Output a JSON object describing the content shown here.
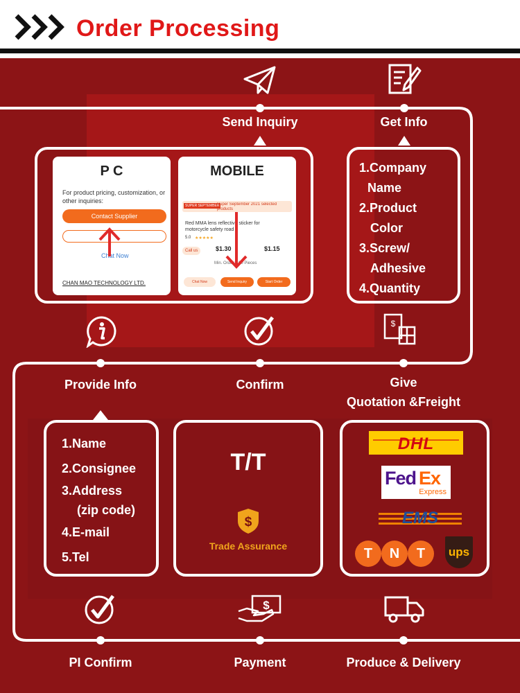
{
  "header": {
    "title": "Order Processing"
  },
  "steps": {
    "send_inquiry": "Send Inquiry",
    "get_info": "Get Info",
    "provide_info": "Provide Info",
    "confirm": "Confirm",
    "give_line1": "Give",
    "give_line2": "Quotation &Freight",
    "pi_confirm": "PI Confirm",
    "payment": "Payment",
    "produce_delivery": "Produce & Delivery"
  },
  "pc_card": {
    "title": "P C",
    "prompt": "For product pricing, customization, or other inquiries:",
    "contact_button": "Contact Supplier",
    "chat_button": "Chat Now",
    "company": "CHAN MAO TECHNOLOGY LTD."
  },
  "mobile_card": {
    "title": "MOBILE",
    "banner_tag": "SUPER SEPTEMBER",
    "banner_text": "Super September 2021 selected products",
    "product_text": "Red MMA lens reflective sticker for motorcycle safety road",
    "rating": "5.0",
    "price_left": "$1.30",
    "price_right": "$1.15",
    "min_order": "Min. Order: 100 Pieces",
    "call_label": "Call us",
    "btn_chat": "Chat Now",
    "btn_inquiry": "Send Inquiry",
    "btn_order": "Start Order"
  },
  "get_info_list": [
    "1.Company",
    "Name",
    "2.Product",
    "Color",
    "3.Screw/",
    "Adhesive",
    "4.Quantity"
  ],
  "provide_info_list": [
    "1.Name",
    "2.Consignee",
    "3.Address",
    "(zip code)",
    "4.E-mail",
    "5.Tel"
  ],
  "payment_box": {
    "method": "T/T",
    "assurance": "Trade Assurance"
  },
  "carriers": {
    "dhl": "DHL",
    "fedex_a": "Fed",
    "fedex_b": "Ex",
    "fedex_sub": "Express",
    "ems": "EMS",
    "tnt_t1": "T",
    "tnt_n": "N",
    "tnt_t2": "T",
    "ups": "ups"
  },
  "colors": {
    "title_red": "#e01818",
    "stage_red": "#8c1416",
    "orange": "#f26b1d",
    "dhl_yellow": "#ffcc00",
    "dhl_red": "#d40511",
    "fedex_purple": "#4d148c",
    "fedex_orange": "#ff6600",
    "ems_blue": "#1d4e9c",
    "ems_orange": "#f08200",
    "tnt_orange": "#f26b1d",
    "ups_brown": "#351c15",
    "ups_gold": "#ffb500"
  },
  "icons": [
    "chevrons-icon",
    "paper-plane-icon",
    "document-pen-icon",
    "info-icon",
    "check-circle-icon",
    "invoice-boxes-icon",
    "payment-hand-icon",
    "truck-icon",
    "shield-dollar-icon"
  ]
}
